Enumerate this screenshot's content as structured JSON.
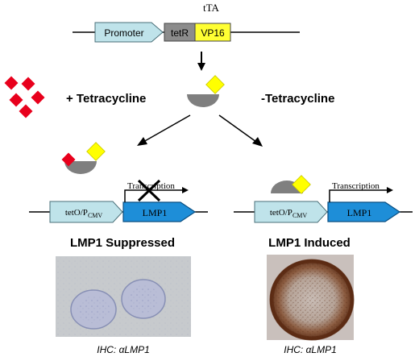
{
  "construct": {
    "label": "tTA",
    "promoter": "Promoter",
    "tetr": "tetR",
    "vp16": "VP16"
  },
  "conditions": {
    "plus": "+ Tetracycline",
    "minus": "-Tetracycline"
  },
  "left": {
    "transcription": "Transcription",
    "operator": "tetO/P",
    "operator_sub": "CMV",
    "gene": "LMP1",
    "result": "LMP1 Suppressed",
    "caption": "IHC: αLMP1"
  },
  "right": {
    "transcription": "Transcription",
    "operator": "tetO/P",
    "operator_sub": "CMV",
    "gene": "LMP1",
    "result": "LMP1 Induced",
    "caption": "IHC: αLMP1"
  },
  "colors": {
    "promoter_fill": "#bfe3ea",
    "tetr_fill": "#8c8c8c",
    "vp16_fill": "#ffff33",
    "tetracycline": "#e8001c",
    "gene_fill": "#1e8ed8",
    "protein_body": "#7f7f7f",
    "activation_domain": "#ffff00"
  }
}
